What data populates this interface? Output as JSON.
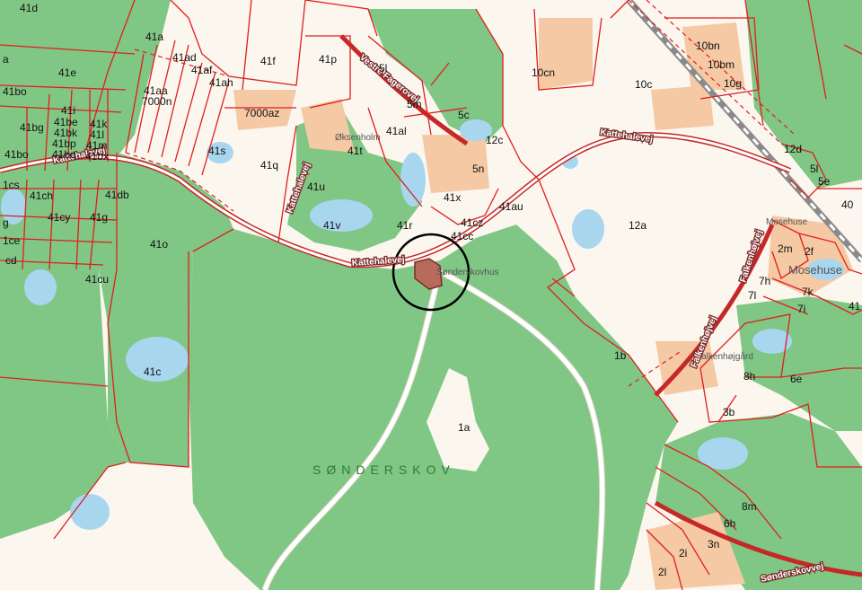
{
  "map": {
    "colors": {
      "forest": "#80c785",
      "open_land": "#fbf7ef",
      "built_up": "#f5c9a4",
      "water": "#a8d6ef",
      "parcel_border": "#e11d1d",
      "road_fill": "#ffffff",
      "railway": "#8a8a8a",
      "highlight_parcel": "#b96b5b",
      "marker_circle": "#000000"
    },
    "forest_name": "SØNDERSKOV",
    "place_names": {
      "oksenholm": "Øksenholm",
      "sonderskovhus": "Sønderskovhus",
      "mosehuse_small": "Mosehuse",
      "mosehuse_big": "Mosehuse",
      "falkenhojgard": "Falkenhøjgård"
    },
    "road_names": {
      "kattehalevej_top": "Kattehalevej",
      "kattehalevej_mid": "Kattehalevej",
      "kattehalevej_left": "Kattehalevej",
      "kattehalevej_vert": "Kattehalevej",
      "vestre_fagervej": "Vestre Fagerovej",
      "falkenhojvej": "Falkenhøjvej",
      "falkenhojvej2": "Falkenhøjvej",
      "sonderskovvej": "Sønderskovvej"
    },
    "parcel_labels": {
      "p41d": "41d",
      "p41a": "41a",
      "p41e": "41e",
      "p41ad": "41ad",
      "p41af": "41af",
      "p41ah": "41ah",
      "p41f": "41f",
      "p41p": "41p",
      "p5l": "5l",
      "p10cn": "10cn",
      "p10c": "10c",
      "p10bn": "10bn",
      "p10bm": "10bm",
      "p10g": "10g",
      "p41bo_a": "41bo",
      "p41aa": "41aa",
      "p7000n": "7000n",
      "p41i": "41i",
      "p41bg": "41bg",
      "p41be": "41be",
      "p41bk": "41bk",
      "p41k": "41k",
      "p41l": "41l",
      "p41bp": "41bp",
      "p41m": "41m",
      "p41bq": "41bq",
      "p41bo_b": "41bo",
      "p41bx": "41bx",
      "p7000az": "7000az",
      "p5m": "5m",
      "p5c": "5c",
      "p41al": "41al",
      "p12c": "12c",
      "p41s": "41s",
      "p41q": "41q",
      "p41t": "41t",
      "p12d": "12d",
      "p5n": "5n",
      "p5l_b": "5l",
      "p5e": "5e",
      "p41cs": "41cs",
      "p41ch": "41ch",
      "p41db": "41db",
      "p41u": "41u",
      "p41x": "41x",
      "p41cy": "41cy",
      "p41g": "41g",
      "p41v": "41v",
      "p41r": "41r",
      "p41cz": "41cz",
      "p41cc": "41cc",
      "p41au": "41au",
      "p12a": "12a",
      "p40": "40",
      "p1ce": "1ce",
      "p41o": "41o",
      "p2m": "2m",
      "p2f": "2f",
      "pcd": "cd",
      "p41cu": "41cu",
      "p7h": "7h",
      "p7k": "7k",
      "p7l": "7l",
      "p7i": "7i",
      "p41_edge": "41",
      "p1b": "1b",
      "p41c": "41c",
      "p8h": "8h",
      "p6e": "6e",
      "p3b": "3b",
      "p1a": "1a",
      "p8m": "8m",
      "p6h": "6h",
      "p3n": "3n",
      "p2i": "2i",
      "p2l": "2l",
      "pg": "g",
      "pa": "a",
      "p1cs_edge": "1cs"
    }
  }
}
